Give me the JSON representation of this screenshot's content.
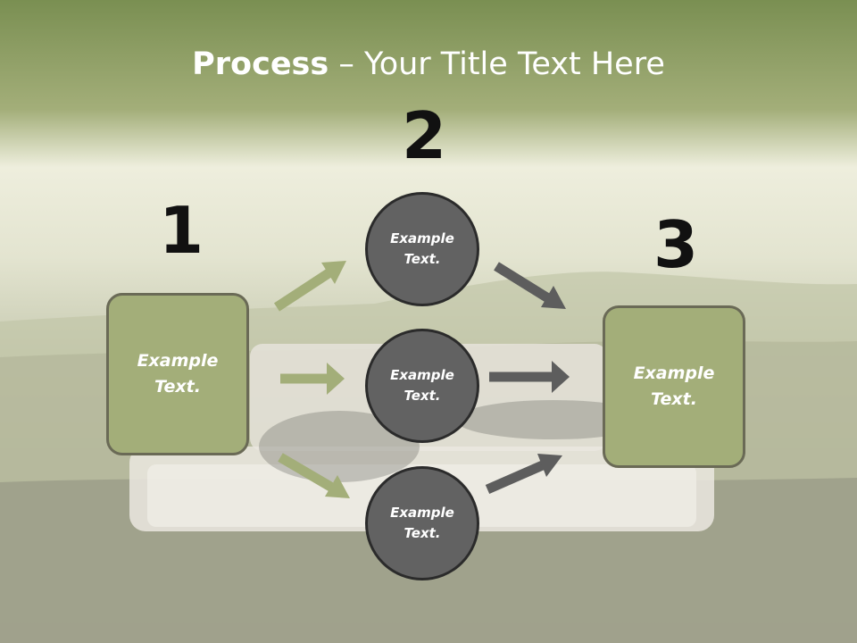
{
  "slide": {
    "title_bold": "Process",
    "title_rest": " – Your Title Text Here"
  },
  "steps": {
    "one": {
      "number": "1",
      "line1": "Example",
      "line2": "Text."
    },
    "two": {
      "number": "2"
    },
    "three": {
      "number": "3",
      "line1": "Example",
      "line2": "Text."
    }
  },
  "circles": [
    {
      "line1": "Example",
      "line2": "Text."
    },
    {
      "line1": "Example",
      "line2": "Text."
    },
    {
      "line1": "Example",
      "line2": "Text."
    }
  ],
  "colors": {
    "box_fill": "#a3ae79",
    "circle_fill": "#626262",
    "arrow_green": "#a3ae79",
    "arrow_gray": "#5d5d5d"
  }
}
